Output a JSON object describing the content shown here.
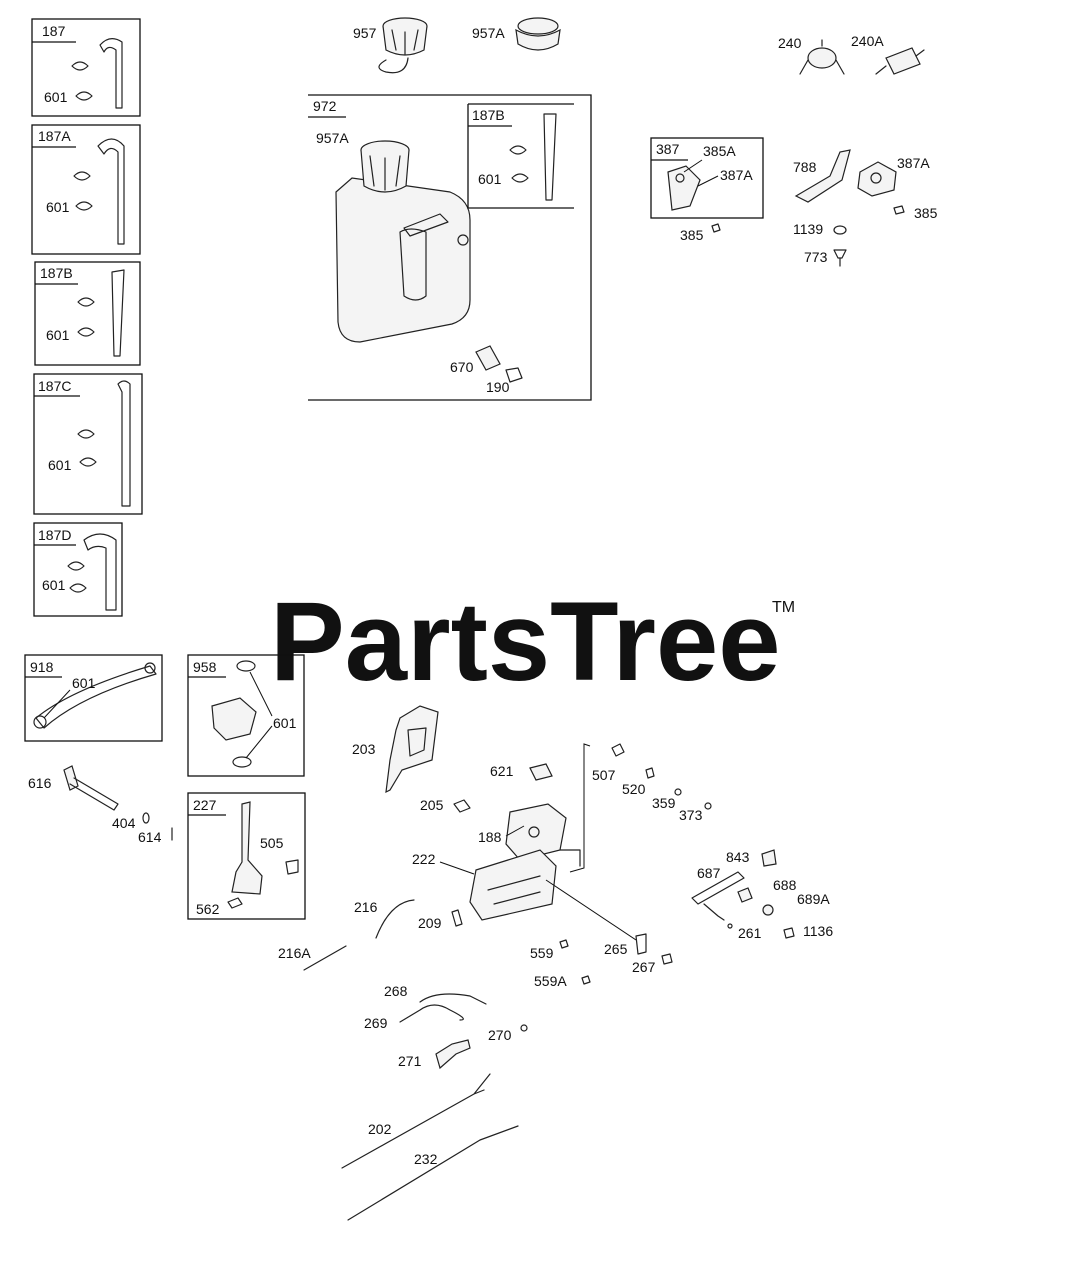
{
  "watermark": {
    "text": "PartsTree",
    "tm": "TM"
  },
  "kits": {
    "k187": "187",
    "k187A": "187A",
    "k187B": "187B",
    "k187C": "187C",
    "k187D": "187D",
    "k972": "972",
    "k187B_inner": "187B",
    "k387": "387",
    "k918": "918",
    "k958": "958",
    "k227": "227"
  },
  "labels": {
    "l601_187": "601",
    "l601_187A": "601",
    "l601_187B": "601",
    "l601_187C": "601",
    "l601_187D": "601",
    "l957": "957",
    "l957A_top": "957A",
    "l957A_tank": "957A",
    "l601_972": "601",
    "l670": "670",
    "l190": "190",
    "l240": "240",
    "l240A": "240A",
    "l385A": "385A",
    "l387A_box": "387A",
    "l385_box": "385",
    "l788": "788",
    "l387A": "387A",
    "l385": "385",
    "l1139": "1139",
    "l773": "773",
    "l601_918": "601",
    "l601_958": "601",
    "l505": "505",
    "l562": "562",
    "l616": "616",
    "l404": "404",
    "l614": "614",
    "l203": "203",
    "l205": "205",
    "l621": "621",
    "l507": "507",
    "l520": "520",
    "l359": "359",
    "l373": "373",
    "l188": "188",
    "l222": "222",
    "l216": "216",
    "l209": "209",
    "l216A": "216A",
    "l559": "559",
    "l559A": "559A",
    "l265": "265",
    "l267": "267",
    "l843": "843",
    "l687": "687",
    "l688": "688",
    "l689A": "689A",
    "l261": "261",
    "l1136": "1136",
    "l268": "268",
    "l269": "269",
    "l270": "270",
    "l271": "271",
    "l202": "202",
    "l232": "232"
  }
}
